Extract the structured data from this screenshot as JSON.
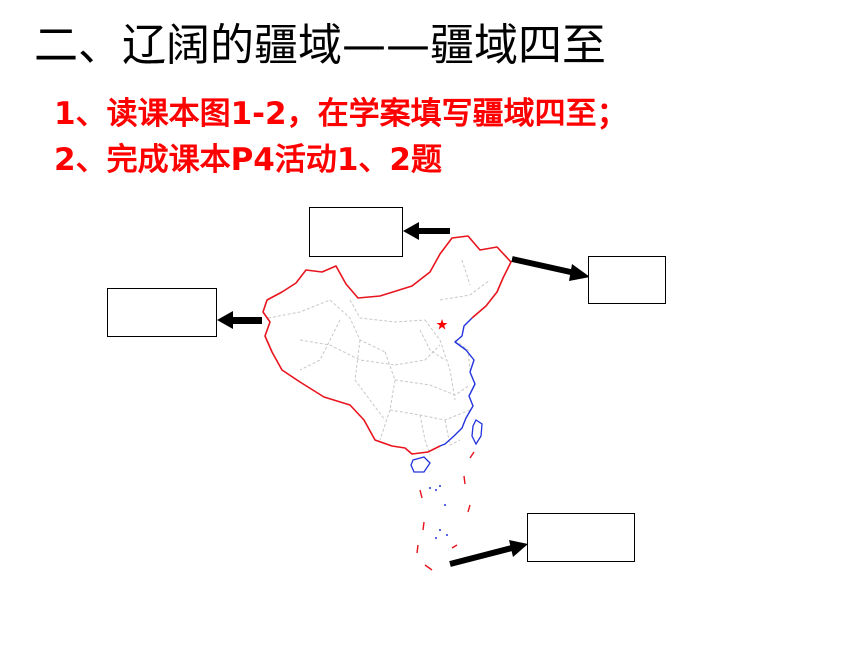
{
  "slide": {
    "title": "二、辽阔的疆域——疆域四至",
    "tasks": [
      "1、读课本图1-2，在学案填写疆域四至；",
      "2、完成课本P4活动1、2题"
    ]
  },
  "colors": {
    "task_text": "#ff0000",
    "land_border": "#e8141e",
    "coastline": "#2233dd",
    "province_border": "#c8c8c8",
    "arrow": "#000000",
    "capital_star": "#ff0000"
  },
  "map": {
    "answer_boxes": [
      {
        "id": "north",
        "value": ""
      },
      {
        "id": "east",
        "value": ""
      },
      {
        "id": "west",
        "value": ""
      },
      {
        "id": "south",
        "value": ""
      }
    ]
  }
}
